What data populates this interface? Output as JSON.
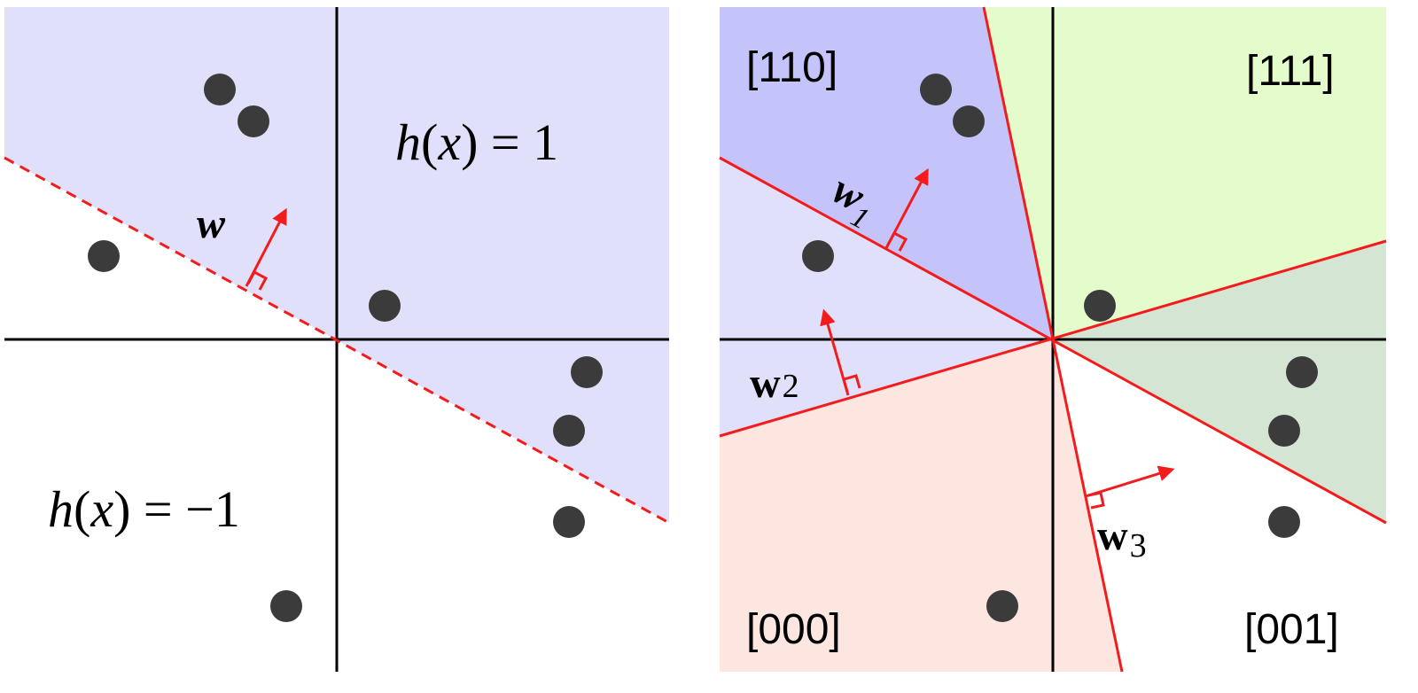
{
  "left_panel": {
    "label_pos": {
      "h": "h",
      "x": "x",
      "eq": "= 1"
    },
    "label_neg": {
      "h": "h",
      "x": "x",
      "eq": "= −1"
    },
    "vector_label": "w"
  },
  "right_panel": {
    "region_110": "[110]",
    "region_111": "[111]",
    "region_000": "[000]",
    "region_001": "[001]",
    "w1": {
      "base": "w",
      "sub": "1"
    },
    "w2": {
      "base": "w",
      "sub": "2"
    },
    "w3": {
      "base": "w",
      "sub": "3"
    }
  },
  "colors": {
    "region_light_blue": "#e0e0fb",
    "region_blue": "#c4c4fb",
    "region_green_light": "#e4fccc",
    "region_green": "#d4e5d4",
    "region_pink": "#fde5e0",
    "line_red": "#f21c1c",
    "axis": "#000000",
    "dot": "#3b3b3b"
  }
}
